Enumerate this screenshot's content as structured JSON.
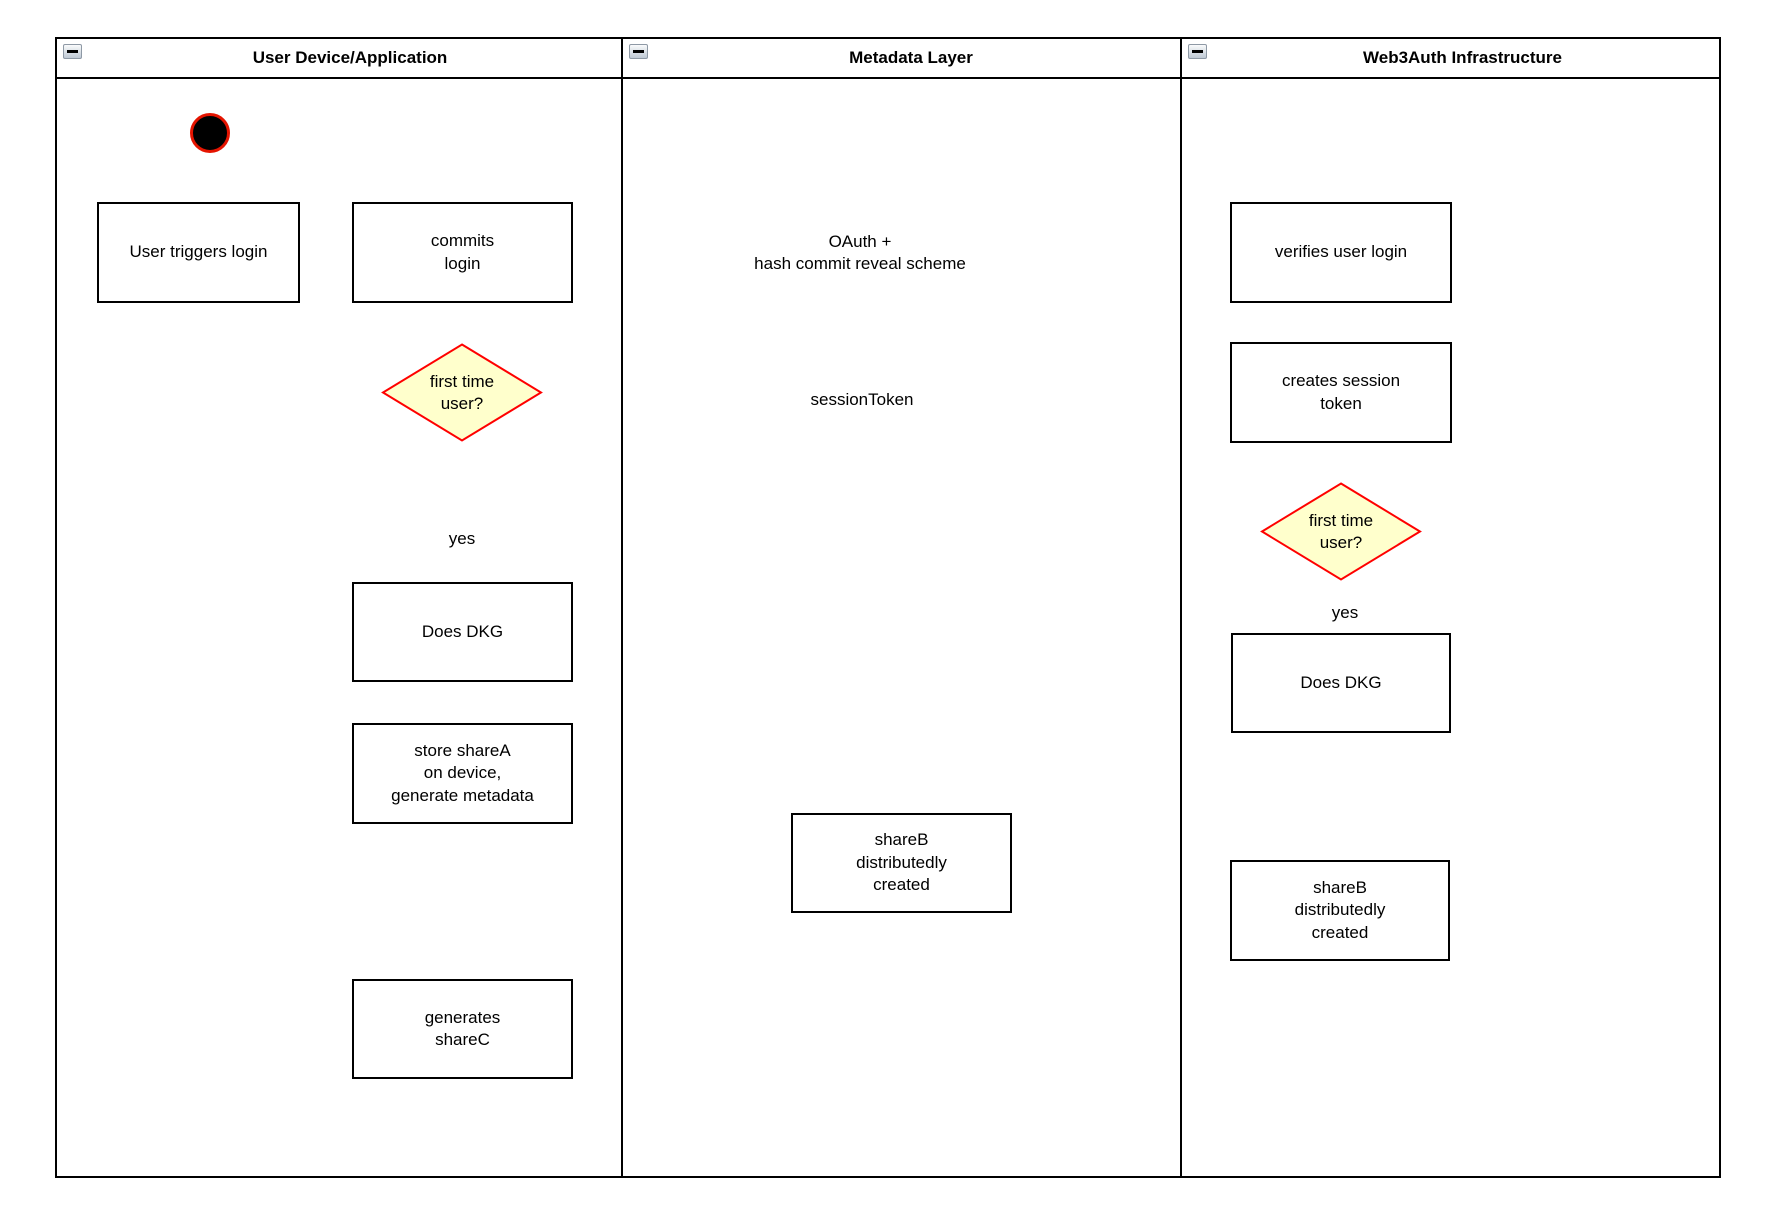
{
  "diagram": {
    "lanes": [
      {
        "title": "User Device/Application"
      },
      {
        "title": "Metadata Layer"
      },
      {
        "title": "Web3Auth Infrastructure"
      }
    ],
    "nodes": {
      "user_triggers_login": {
        "label": "User triggers login"
      },
      "commits_login": {
        "label": "commits\nlogin"
      },
      "does_dkg_device": {
        "label": "Does DKG"
      },
      "store_sharea": {
        "label": "store shareA\non device,\ngenerate metadata"
      },
      "generates_sharec": {
        "label": "generates\nshareC"
      },
      "shareb_metadata": {
        "label": "shareB\ndistributedly\ncreated"
      },
      "verifies_user_login": {
        "label": "verifies user login"
      },
      "creates_session_token": {
        "label": "creates session\ntoken"
      },
      "does_dkg_infra": {
        "label": "Does DKG"
      },
      "shareb_infra": {
        "label": "shareB\ndistributedly\ncreated"
      }
    },
    "decisions": {
      "first_time_user_device": {
        "label": "first time\nuser?"
      },
      "first_time_user_infra": {
        "label": "first time\nuser?"
      }
    },
    "edge_labels": {
      "oauth": "OAuth +\nhash commit reveal scheme",
      "session_token": "sessionToken",
      "yes_device": "yes",
      "yes_infra": "yes"
    },
    "colors": {
      "arrow": "#b85450",
      "start_edge": "#e51400",
      "decision_fill": "#ffffcc",
      "decision_border": "#ff0000",
      "node_border": "#000000",
      "lane_border": "#000000"
    }
  }
}
